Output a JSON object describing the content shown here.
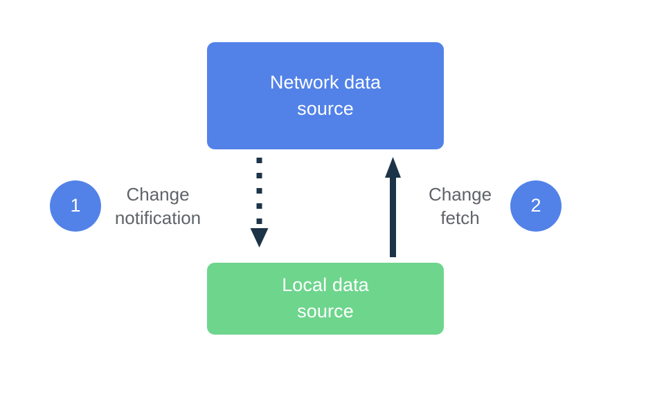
{
  "diagram": {
    "title": "Network data source and local data source synchronization flow",
    "colors": {
      "network_box": "#5282e8",
      "local_box": "#6ed58d",
      "circle": "#5282e8",
      "arrow": "#1d3448",
      "label_text": "#5f6368",
      "box_text": "#ffffff",
      "background": "#ffffff"
    },
    "nodes": [
      {
        "id": "network",
        "label": "Network data\nsource"
      },
      {
        "id": "local",
        "label": "Local data\nsource"
      }
    ],
    "steps": [
      {
        "number": "1",
        "label": "Change\nnotification",
        "arrow_style": "dotted",
        "direction": "down",
        "from": "network",
        "to": "local"
      },
      {
        "number": "2",
        "label": "Change\nfetch",
        "arrow_style": "solid",
        "direction": "up",
        "from": "local",
        "to": "network"
      }
    ]
  }
}
